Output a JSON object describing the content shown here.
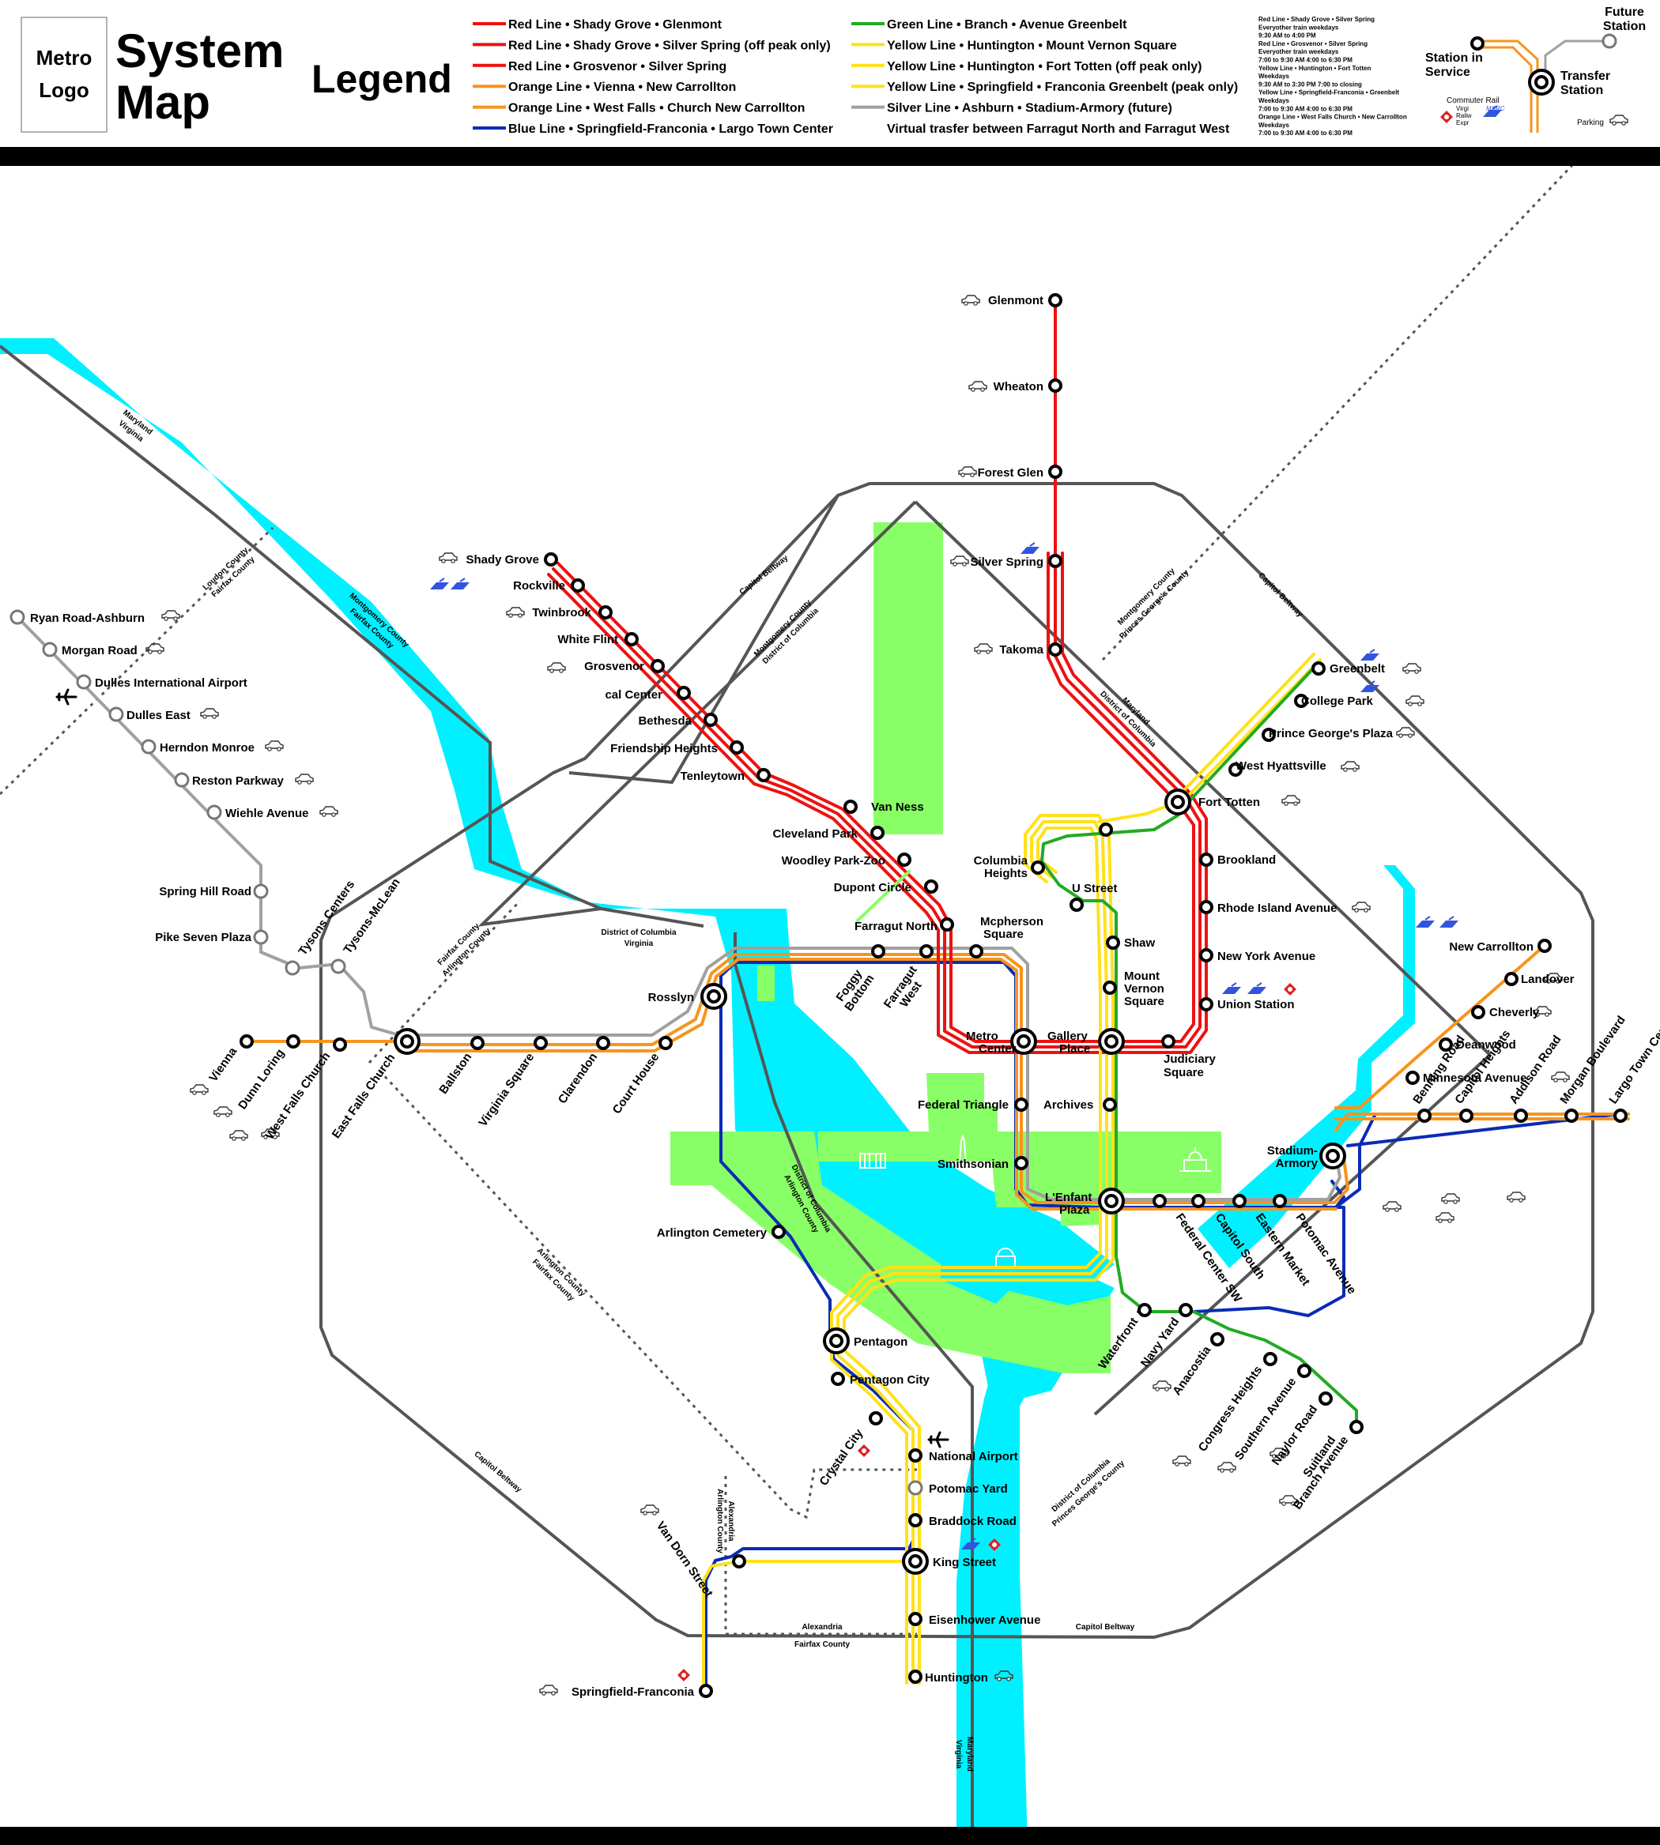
{
  "header": {
    "logo": [
      "Metro",
      "Logo"
    ],
    "title": [
      "System",
      "Map"
    ],
    "legend_title": "Legend"
  },
  "legend_lines": [
    {
      "label": "Red Line • Shady Grove • Glenmont",
      "color": "#ee1111"
    },
    {
      "label": "Red Line • Shady Grove • Silver Spring (off peak only)",
      "color": "#ee1111"
    },
    {
      "label": "Red Line • Grosvenor • Silver Spring",
      "color": "#ee1111"
    },
    {
      "label": "Orange Line • Vienna • New Carrollton",
      "color": "#f7941d"
    },
    {
      "label": "Orange Line • West Falls • Church New Carrollton",
      "color": "#f7941d"
    },
    {
      "label": "Blue Line • Springfield-Franconia • Largo Town Center",
      "color": "#0a2bb5"
    },
    {
      "label": "Green Line • Branch • Avenue Greenbelt",
      "color": "#22aa22"
    },
    {
      "label": "Yellow Line • Huntington • Mount Vernon Square",
      "color": "#ffe11a"
    },
    {
      "label": "Yellow Line • Huntington • Fort Totten (off peak only)",
      "color": "#ffe11a"
    },
    {
      "label": "Yellow Line • Springfield • Franconia Greenbelt (peak only)",
      "color": "#ffe11a"
    },
    {
      "label": "Silver Line • Ashburn • Stadium-Armory (future)",
      "color": "#a0a0a0"
    },
    {
      "label": "Virtual trasfer between Farragut North and Farragut West",
      "color": ""
    }
  ],
  "schedule_notes": [
    "Red Line • Shady Grove • Silver Spring",
    "Everyother train weekdays",
    "9:30 AM to 4:00 PM",
    "Red Line • Grosvenor • Silver Spring",
    "Everyother train weekdays",
    "7:00 to 9:30 AM 4:00 to 6:30 PM",
    "Yellow Line • Huntington • Fort Totten",
    "Weekdays",
    "9:30 AM to 3:30 PM 7:00 to closing",
    "Yellow Line • Springfield-Franconia • Greenbelt",
    "Weekdays",
    "7:00 to 9:30 AM 4:00 to 6:30 PM",
    "Orange Line • West Falls Church • New Carrollton",
    "Weekdays",
    "7:00 to 9:30 AM 4:00 to 6:30 PM"
  ],
  "key": {
    "station_in_service": [
      "Station in",
      "Service"
    ],
    "transfer_station": [
      "Transfer",
      "Station"
    ],
    "future_station": [
      "Future",
      "Station"
    ],
    "commuter_rail": "Commuter Rail",
    "vre": [
      "Virgi",
      "Railw",
      "Expr"
    ],
    "marc": "MARC",
    "parking": "Parking"
  },
  "colors": {
    "red": "#ee1111",
    "orange": "#f7941d",
    "blue": "#0a2bb5",
    "green": "#22aa22",
    "yellow": "#ffe11a",
    "silver": "#a0a0a0",
    "river": "#00f0ff",
    "park": "#88ff66",
    "beltway": "#555555"
  },
  "boundary_labels": {
    "maryland_virginia": [
      "Maryland",
      "Virginia"
    ],
    "loudon_fairfax": [
      "Loudon County",
      "Fairfax County"
    ],
    "montgomery_fairfax": [
      "Montgomery County",
      "Fairfax County"
    ],
    "dc_virginia": [
      "District of Columbia",
      "Virginia"
    ],
    "fairfax_arlington": [
      "Fairfax County",
      "Arlington County"
    ],
    "montgomery_dc": [
      "Montgomery County",
      "District of Columbia"
    ],
    "montgomery_pg": [
      "Montgomery County",
      "Princes George's County"
    ],
    "maryland_dc": [
      "Maryland",
      "District of Columbia"
    ],
    "dc_arlington": [
      "District of Columbia",
      "Arlington County"
    ],
    "arlington_fairfax": [
      "Arlington County",
      "Fairfax County"
    ],
    "alexandria_arlington": [
      "Alexandria",
      "Arlington County"
    ],
    "alexandria_fairfax": [
      "Alexandria",
      "Fairfax County"
    ],
    "dc_pg": [
      "District of Columbia",
      "Princes George's County"
    ],
    "virginia_maryland_bottom": [
      "Virginia",
      "Maryland"
    ],
    "capitol_beltway": "Capitol Beltway"
  },
  "stations": {
    "glenmont": "Glenmont",
    "wheaton": "Wheaton",
    "forest_glen": "Forest Glen",
    "silver_spring": "Silver Spring",
    "takoma": "Takoma",
    "shady_grove": "Shady Grove",
    "rockville": "Rockville",
    "twinbrook": "Twinbrook",
    "white_flint": "White Flint",
    "grosvenor": "Grosvenor",
    "medical_center": "cal Center",
    "bethesda": "Bethesda",
    "friendship_heights": "Friendship Heights",
    "tenleytown": "Tenleytown",
    "van_ness": "Van Ness",
    "cleveland_park": "Cleveland Park",
    "woodley_park": "Woodley Park-Zoo",
    "dupont_circle": "Dupont Circle",
    "farragut_north": "Farragut North",
    "mcpherson": [
      "Mcpherson",
      "Square"
    ],
    "foggy_bottom": [
      "Foggy",
      "Bottom"
    ],
    "farragut_west": [
      "Farragut",
      "West"
    ],
    "rosslyn": "Rosslyn",
    "metro_center": [
      "Metro",
      "Center"
    ],
    "gallery_place": [
      "Gallery",
      "Place"
    ],
    "judiciary_square": [
      "Judiciary",
      "Square"
    ],
    "union_station": "Union Station",
    "new_york_avenue": "New York Avenue",
    "rhode_island": "Rhode Island Avenue",
    "brookland": "Brookland",
    "fort_totten": "Fort Totten",
    "west_hyattsville": "West Hyattsville",
    "prince_georges_plaza": "Prince George's Plaza",
    "college_park": "College Park",
    "greenbelt": "Greenbelt",
    "columbia_heights": [
      "Columbia",
      "Heights"
    ],
    "u_street": "U Street",
    "shaw": "Shaw",
    "mount_vernon": [
      "Mount",
      "Vernon",
      "Square"
    ],
    "archives": "Archives",
    "federal_triangle": "Federal Triangle",
    "smithsonian": "Smithsonian",
    "lenfant": [
      "L'Enfant",
      "Plaza"
    ],
    "federal_center": "Federal Center SW",
    "capitol_south": "Capitol South",
    "eastern_market": "Eastern Market",
    "potomac_avenue": "Potomac Avenue",
    "stadium_armory": [
      "Stadium-",
      "Armory"
    ],
    "benning_road": "Benning Road",
    "capitol_heights": "Capitol Heights",
    "addison_road": "Addison Road",
    "morgan_boulevard": "Morgan Boulevard",
    "largo": "Largo Town Center",
    "minnesota": "Minnesota Avenue",
    "deanwood": "Deanwood",
    "cheverly": "Cheverly",
    "landover": "Landover",
    "new_carrollton": "New Carrollton",
    "waterfront": "Waterfront",
    "navy_yard": "Navy Yard",
    "anacostia": "Anacostia",
    "congress_heights": "Congress Heights",
    "southern_avenue": "Southern Avenue",
    "naylor_road": "Naylor Road",
    "suitland": "Suitland",
    "branch_avenue": "Branch Avenue",
    "ryan_road": "Ryan Road-Ashburn",
    "morgan_road": "Morgan Road",
    "dulles_airport": "Dulles International Airport",
    "dulles_east": "Dulles East",
    "herndon": "Herndon Monroe",
    "reston": "Reston Parkway",
    "wiehle": "Wiehle Avenue",
    "spring_hill": "Spring Hill Road",
    "pike_seven": "Pike Seven Plaza",
    "tysons_centers": "Tysons Centers",
    "tysons_mclean": "Tysons-McLean",
    "vienna": "Vienna",
    "dunn_loring": "Dunn Loring",
    "west_falls_church": "West Falls Church",
    "east_falls_church": "East Falls Church",
    "ballston": "Ballston",
    "virginia_square": "Virginia Square",
    "clarendon": "Clarendon",
    "court_house": "Court House",
    "arlington_cemetery": "Arlington Cemetery",
    "pentagon": "Pentagon",
    "pentagon_city": "Pentagon City",
    "crystal_city": "Crystal City",
    "national_airport": "National Airport",
    "potomac_yard": "Potomac Yard",
    "braddock_road": "Braddock Road",
    "king_street": "King Street",
    "eisenhower": "Eisenhower Avenue",
    "huntington": "Huntington",
    "van_dorn": "Van Dorn Street",
    "springfield": "Springfield-Franconia"
  }
}
